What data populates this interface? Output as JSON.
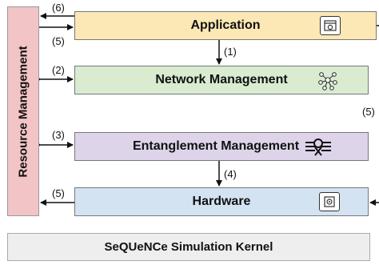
{
  "resource_management": "Resource Management",
  "layers": {
    "application": "Application",
    "network": "Network Management",
    "entanglement": "Entanglement Management",
    "hardware": "Hardware"
  },
  "kernel": "SeQUeNCe Simulation Kernel",
  "arrow_labels": {
    "a6": "(6)",
    "a5_top": "(5)",
    "a1": "(1)",
    "a2": "(2)",
    "a5_right": "(5)",
    "a3": "(3)",
    "a4": "(4)",
    "a5_bottom": "(5)"
  },
  "icons": {
    "application": "settings-window-icon",
    "network": "network-graph-icon",
    "entanglement": "entanglement-pair-icon",
    "hardware": "chip-icon"
  }
}
